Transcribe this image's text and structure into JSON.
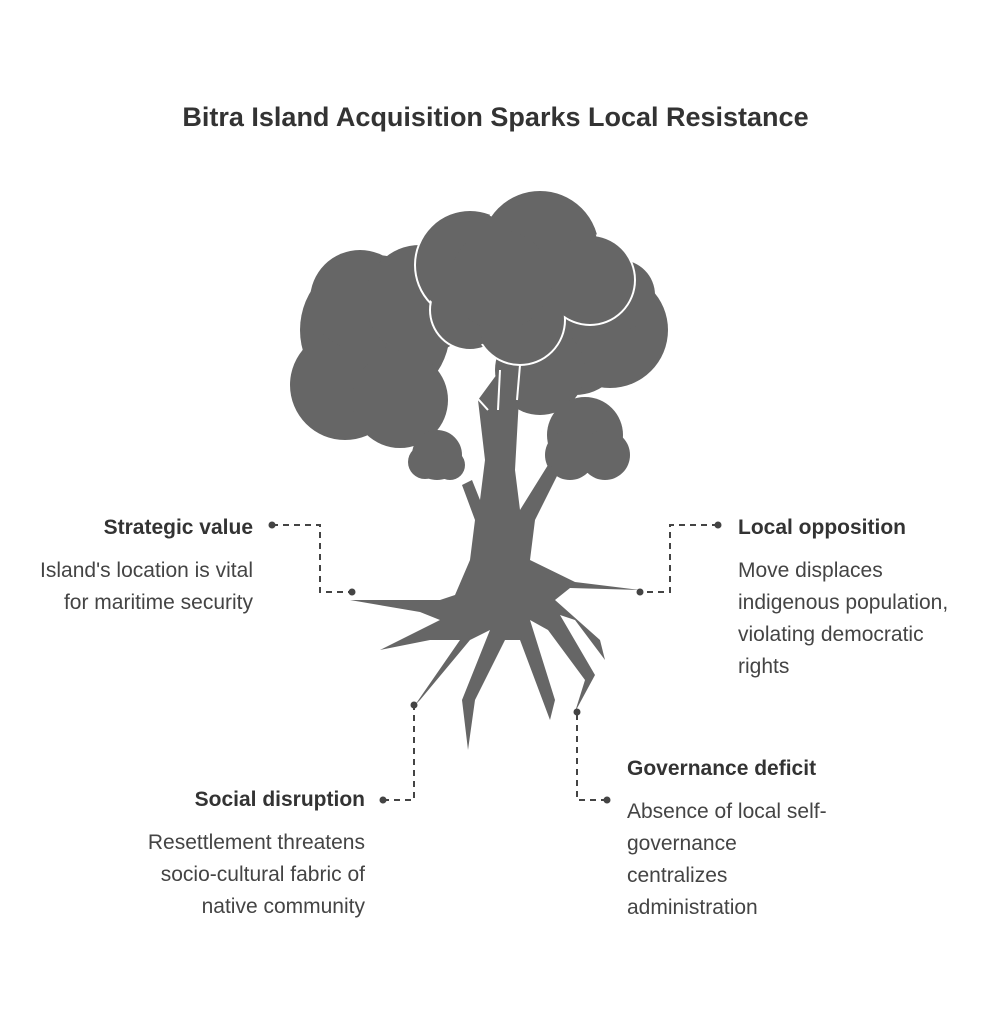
{
  "title": "Bitra Island Acquisition Sparks Local Resistance",
  "colors": {
    "tree": "#666666",
    "text": "#333333",
    "connector": "#444444"
  },
  "items": [
    {
      "heading": "Strategic value",
      "body": "Island's location is vital for maritime security"
    },
    {
      "heading": "Local opposition",
      "body": "Move displaces indigenous population, violating democratic rights"
    },
    {
      "heading": "Social disruption",
      "body": "Resettlement threatens socio-cultural fabric of native community"
    },
    {
      "heading": "Governance deficit",
      "body": "Absence of local self-governance centralizes administration"
    }
  ]
}
